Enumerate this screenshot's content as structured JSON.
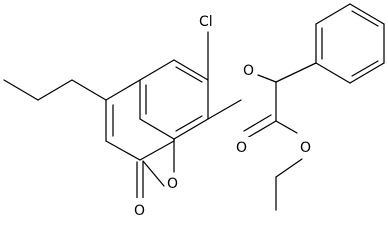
{
  "diagram": {
    "type": "chemical-structure",
    "atoms": {
      "cl": "Cl",
      "o_ether": "O",
      "o_ring": "O",
      "o_lactone_carbonyl": "O",
      "o_ester_carbonyl": "O",
      "o_ester_alkoxy": "O"
    },
    "colors": {
      "stroke": "#000000",
      "background": "#ffffff"
    }
  }
}
